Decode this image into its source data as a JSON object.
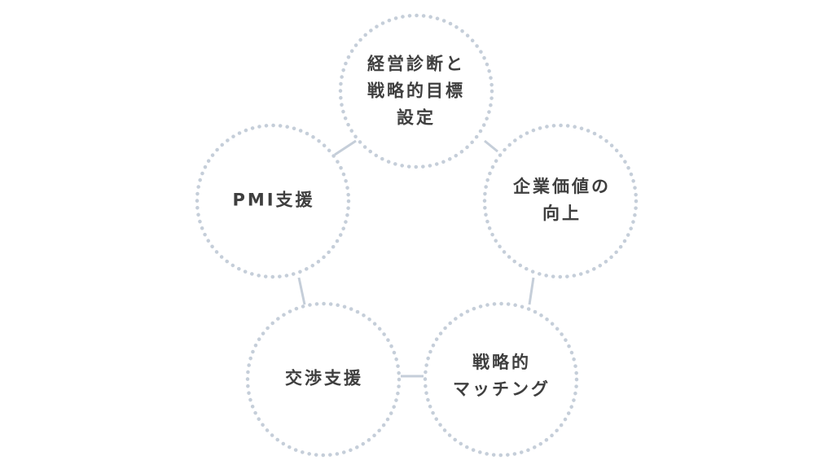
{
  "diagram": {
    "nodes": [
      {
        "id": "top",
        "lines": [
          "経営診断と",
          "戦略的目標",
          "設定"
        ]
      },
      {
        "id": "right",
        "lines": [
          "企業価値の",
          "向上"
        ]
      },
      {
        "id": "bottom-right",
        "lines": [
          "戦略的",
          "マッチング"
        ]
      },
      {
        "id": "bottom-left",
        "lines": [
          "交渉支援"
        ]
      },
      {
        "id": "left",
        "lines": [
          "PMI支援"
        ]
      }
    ],
    "colors": {
      "circle_stroke": "#c5ced9",
      "connector": "#c5ced9",
      "text": "#3f3f3f",
      "background": "#ffffff"
    }
  }
}
